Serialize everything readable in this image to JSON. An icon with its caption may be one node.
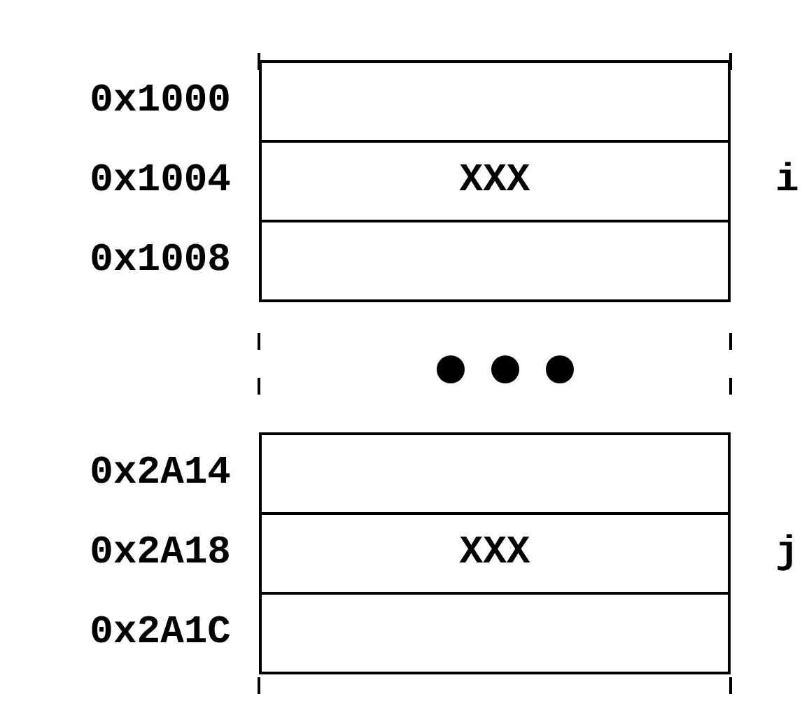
{
  "diagram": {
    "nodes": [
      {
        "text": [],
        "shape": "box",
        "beside": [
          "0x1000"
        ]
      },
      {
        "text": [
          "XXX"
        ],
        "beside": [
          "0x1004",
          "i"
        ]
      },
      {
        "text": [],
        "shape": "box",
        "beside": [
          "0x1008"
        ]
      },
      {
        "text": [],
        "shape": "box",
        "beside": [
          "0x2A14"
        ]
      },
      {
        "text": [
          "XXX"
        ],
        "beside": [
          "0x2A18",
          "j"
        ]
      },
      {
        "text": [],
        "shape": "box",
        "beside": [
          "0x2A1C"
        ]
      }
    ],
    "edges": []
  }
}
